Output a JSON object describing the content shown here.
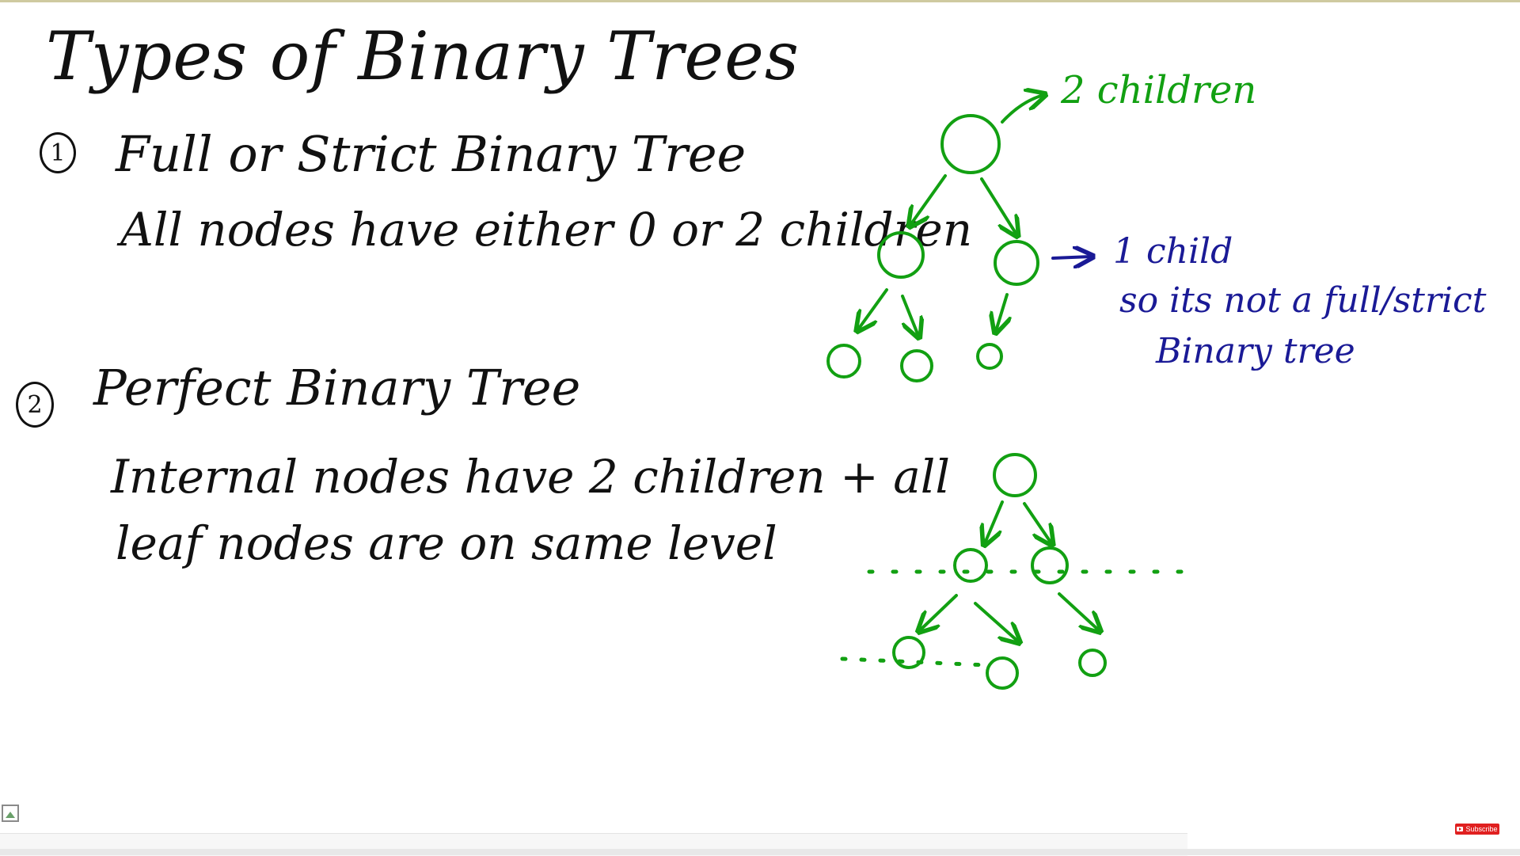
{
  "slide": {
    "title": "Types of Binary Trees",
    "section1": {
      "number": "1",
      "heading": "Full or Strict Binary Tree",
      "description": "All nodes have either 0 or 2 children"
    },
    "section2": {
      "number": "2",
      "heading": "Perfect Binary Tree",
      "description_line1": "Internal nodes have 2 children + all",
      "description_line2": "leaf nodes are on same level"
    }
  },
  "diagram": {
    "annotation_two_children": "2 children",
    "annotation_one_child": "1 child",
    "annotation_not_full_line1": "so its not a full/strict",
    "annotation_not_full_line2": "Binary tree",
    "tree_color": "#12a012",
    "note_color": "#1a1a96"
  },
  "player": {
    "subscribe_label": "Subscribe",
    "image_icon": "image-icon"
  }
}
